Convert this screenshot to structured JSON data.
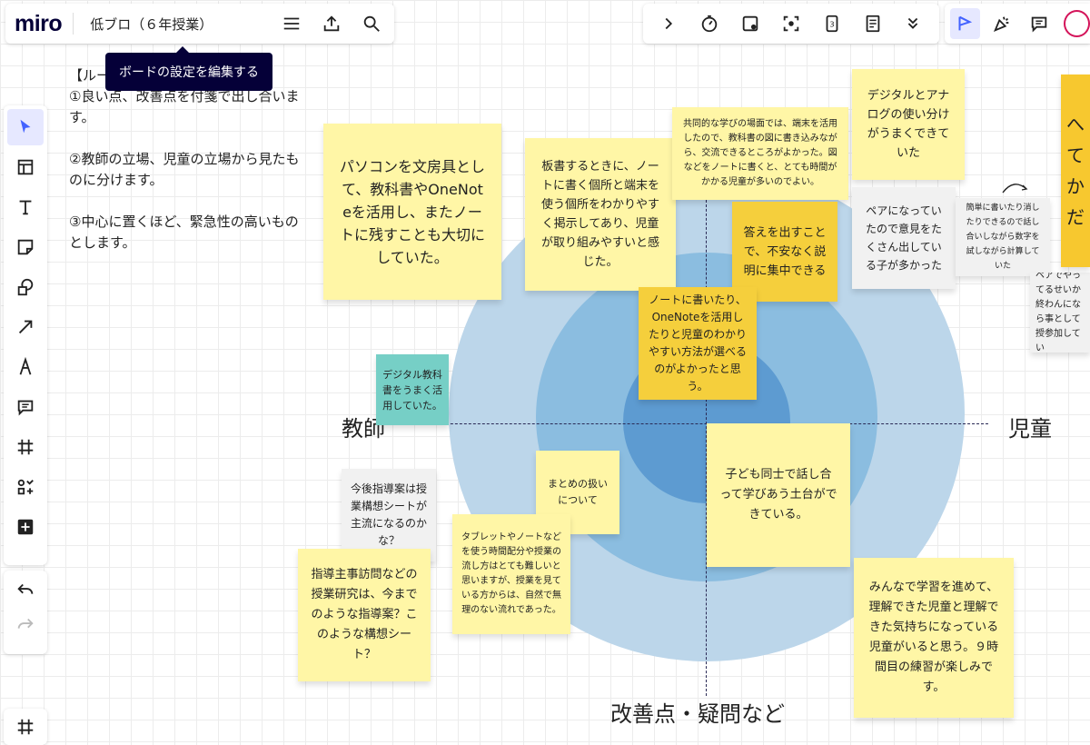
{
  "app": {
    "logo": "miro",
    "board_title": "低ブロ（６年授業）"
  },
  "tooltip": "ボードの設定を編集する",
  "topbar_icons": [
    "menu-icon",
    "upload-icon",
    "search-icon"
  ],
  "right_toolbar_icons": [
    "chevron-right-icon",
    "timer-icon",
    "voting-icon",
    "attention-icon",
    "card-icon",
    "notes-icon",
    "chevron-down-icon"
  ],
  "collab_icons": [
    "reactions-icon",
    "celebrate-icon",
    "comment-icon"
  ],
  "left_toolbar_icons": [
    "select-icon",
    "templates-icon",
    "text-icon",
    "sticky-note-icon",
    "shapes-icon",
    "arrow-icon",
    "pen-icon",
    "comment-icon",
    "frame-icon",
    "more-apps-icon",
    "add-icon"
  ],
  "rules": {
    "heading": "【ルール】",
    "items": [
      "①良い点、改善点を付箋で出し合います。",
      "②教師の立場、児童の立場から見たものに分けます。",
      "③中心に置くほど、緊急性の高いものとします。"
    ]
  },
  "axes": {
    "left": "教師",
    "right": "児童",
    "bottom": "改善点・疑問など"
  },
  "notes": {
    "pc": "パソコンを文房具として、教科書やOneNoteを活用し、またノートに残すことも大切にしていた。",
    "board": "板書するときに、ノートに書く個所と端末を使う個所をわかりやすく掲示してあり、児童が取り組みやすいと感じた。",
    "collab": "共同的な学びの場面では、端末を活用したので、教科書の図に書き込みながら、交流できるところがよかった。図などをノートに書くと、とても時間がかかる児童が多いのでよい。",
    "digital_analog": "デジタルとアナログの使い分けがうまくできていた",
    "answer": "答えを出すことで、不安なく説明に集中できる",
    "pair": "ペアになっていたので意見をたくさん出している子が多かった",
    "simple": "簡単に書いたり消したりできるので話し合いしながら数字を試しながら計算していた",
    "pair2": "ペアでやってるせいか終わんになら事として授参加してい",
    "gold_right": "へてかだ",
    "notebook": "ノートに書いたり、OneNoteを活用したりと児童のわかりやすい方法が選べるのがよかったと思う。",
    "digital_textbook": "デジタル教科書をうまく活用していた。",
    "children": "子ども同士で話し合って学びあう土台ができている。",
    "plan": "今後指導案は授業構想シートが主流になるのかな？",
    "summary": "まとめの扱いについて",
    "tablet": "タブレットやノートなどを使う時間配分や授業の流し方はとても難しいと思いますが、授業を見ている方からは、自然で無理のない流れであった。",
    "visit": "指導主事訪問などの授業研究は、今までのような指導案？このような構想シート？",
    "everyone": "みんなで学習を進めて、理解できた児童と理解できた気持ちになっている児童がいると思う。９時間目の練習が楽しみです。"
  },
  "colors": {
    "ring_outer": "#bcd6ea",
    "ring_mid": "#8bbde0",
    "ring_inner": "#5d9bd1",
    "note_yellow": "#fff6a6",
    "note_orange": "#f5cf3c",
    "note_teal": "#76cfc6",
    "note_gray": "#f1f1f1",
    "toolbar_dark": "#050038",
    "accent": "#4262ff"
  }
}
